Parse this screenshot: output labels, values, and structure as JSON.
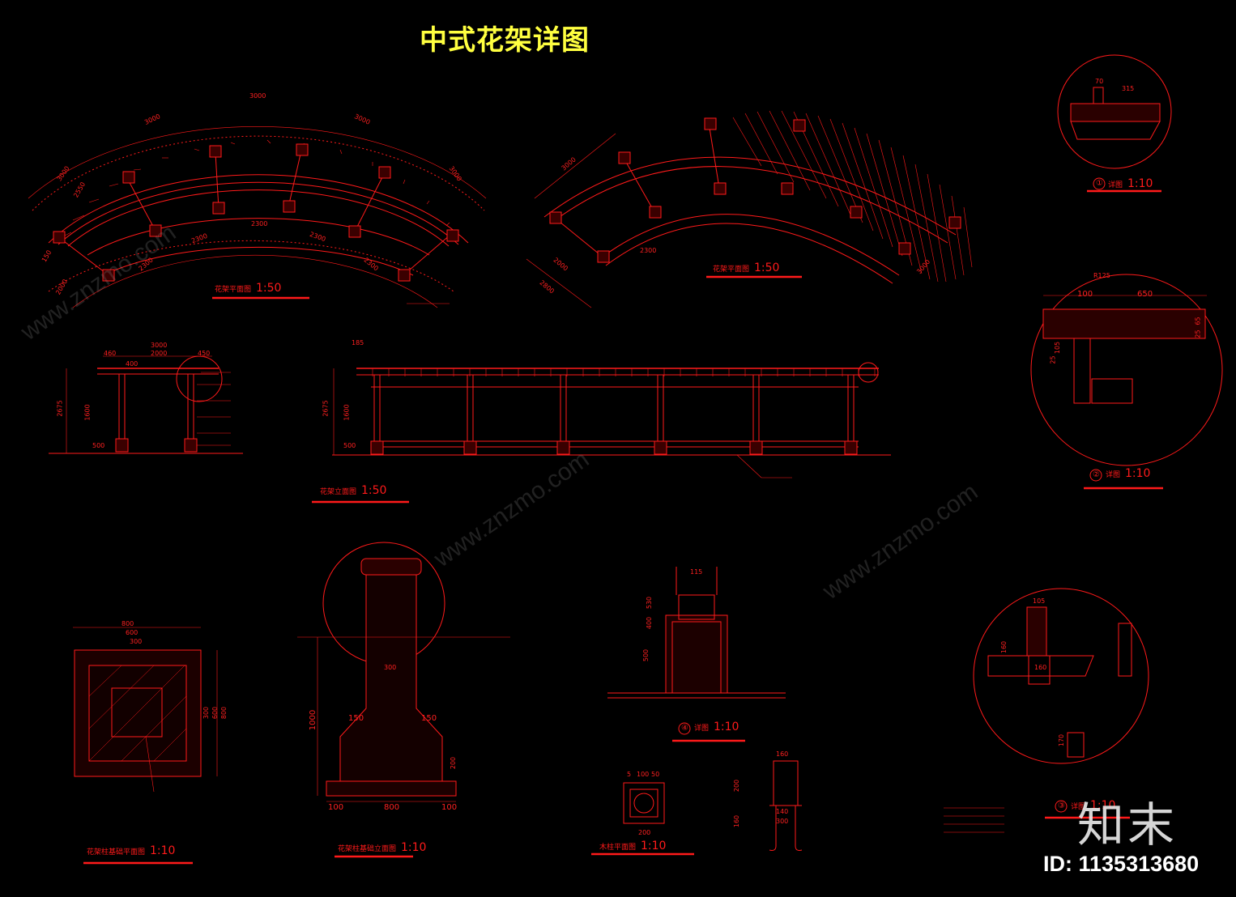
{
  "title": "中式花架详图",
  "colors": {
    "background": "#000000",
    "line": "#ff1a1a",
    "title": "#ffff40",
    "watermark": "#e8e8e8"
  },
  "views": {
    "plan_a": {
      "label": "花架平面图",
      "scale": "1:50"
    },
    "plan_b": {
      "label": "花架平面图",
      "scale": "1:50"
    },
    "elevation": {
      "label": "花架立面图",
      "scale": "1:50"
    },
    "footing_plan": {
      "label": "花架柱基础平面图",
      "scale": "1:10"
    },
    "footing_section": {
      "label": "花架柱基础立面图",
      "scale": "1:10"
    },
    "column_plan": {
      "label": "木柱平面图",
      "scale": "1:10"
    },
    "detail_1": {
      "label": "详图",
      "scale": "1:10",
      "number": "①"
    },
    "detail_2": {
      "label": "详图",
      "scale": "1:10",
      "number": "②"
    },
    "detail_3": {
      "label": "详图",
      "scale": "1:10",
      "number": "③"
    },
    "detail_4": {
      "label": "详图",
      "scale": "1:10",
      "number": "④"
    }
  },
  "dimensions": {
    "plan_a": [
      "3000",
      "3000",
      "3000",
      "3000",
      "3000",
      "2300",
      "2300",
      "2300",
      "2300",
      "2300",
      "2550",
      "2000",
      "150"
    ],
    "plan_b": [
      "3000",
      "2300",
      "2000",
      "2800",
      "3000"
    ],
    "elevation": [
      "3000",
      "2000",
      "450",
      "460",
      "400",
      "2675",
      "1600",
      "500",
      "185",
      "2675",
      "1600",
      "500"
    ],
    "footing_plan": [
      "800",
      "600",
      "300",
      "300",
      "600",
      "800"
    ],
    "footing_section": [
      "300",
      "150",
      "150",
      "100",
      "800",
      "100",
      "1000",
      "200"
    ],
    "detail_1": [
      "70",
      "315"
    ],
    "detail_2": [
      "R125",
      "100",
      "650",
      "25",
      "105",
      "25",
      "65"
    ],
    "detail_3": [
      "105",
      "160",
      "160",
      "170"
    ],
    "detail_4": [
      "115",
      "530",
      "400",
      "500"
    ],
    "column_plan": [
      "5",
      "100",
      "50",
      "200",
      "160",
      "200",
      "160",
      "140",
      "300"
    ]
  },
  "watermark": {
    "logo": "知末",
    "id": "ID: 1135313680",
    "site": "www.znzmo.com"
  }
}
